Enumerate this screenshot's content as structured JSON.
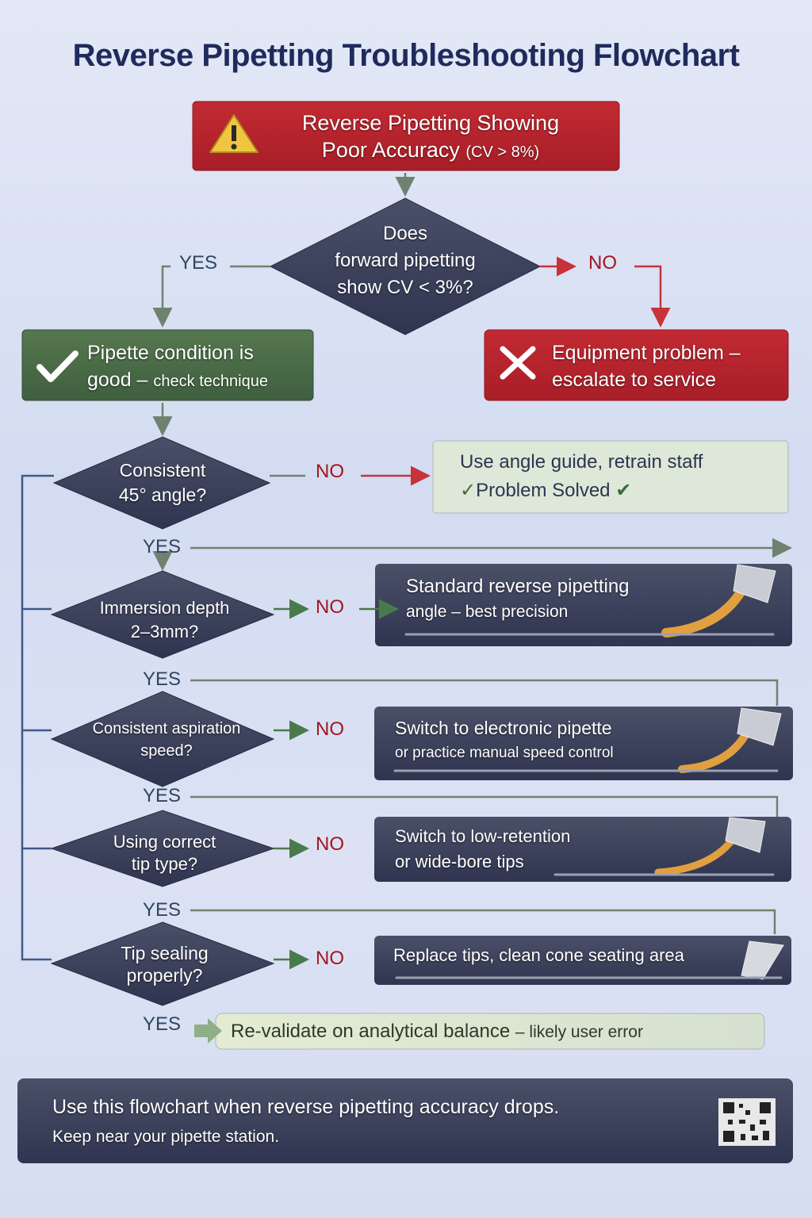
{
  "title": "Reverse Pipetting Troubleshooting Flowchart",
  "start": {
    "line1": "Reverse Pipetting Showing",
    "line2_main": "Poor Accuracy",
    "line2_sub": "(CV > 8%)"
  },
  "decision1": {
    "line1": "Does",
    "line2": "forward pipetting",
    "line3": "show CV < 3%?"
  },
  "yes_label": "YES",
  "no_label": "NO",
  "good": {
    "line1": "Pipette condition is",
    "line2_main": "good –",
    "line2_sub": "check technique"
  },
  "equipment": {
    "line1": "Equipment problem –",
    "line2": "escalate to service"
  },
  "checks": [
    {
      "q1": "Consistent",
      "q2": "45° angle?",
      "fix1": "Use angle guide, retrain staff",
      "fix2": "Problem Solved"
    },
    {
      "q1": "Immersion depth",
      "q2": "2–3mm?",
      "fix1": "Standard reverse pipetting",
      "fix2": "angle – best precision"
    },
    {
      "q1": "Consistent aspiration",
      "q2": "speed?",
      "fix1": "Switch to electronic pipette",
      "fix2": "or practice manual speed control"
    },
    {
      "q1": "Using correct",
      "q2": "tip type?",
      "fix1": "Switch to low-retention",
      "fix2": "or wide-bore tips"
    },
    {
      "q1": "Tip sealing",
      "q2": "properly?",
      "fix1": "Replace tips,  clean cone seating area"
    }
  ],
  "final": {
    "main": "Re-validate on analytical balance",
    "sub": "– likely user error"
  },
  "footer": {
    "line1": "Use this flowchart when reverse pipetting accuracy drops.",
    "line2": "Keep near your pipette station."
  },
  "colors": {
    "red": "#b8232c",
    "green": "#4a6b47",
    "navy": "#37405c",
    "title": "#1f2b5c"
  }
}
